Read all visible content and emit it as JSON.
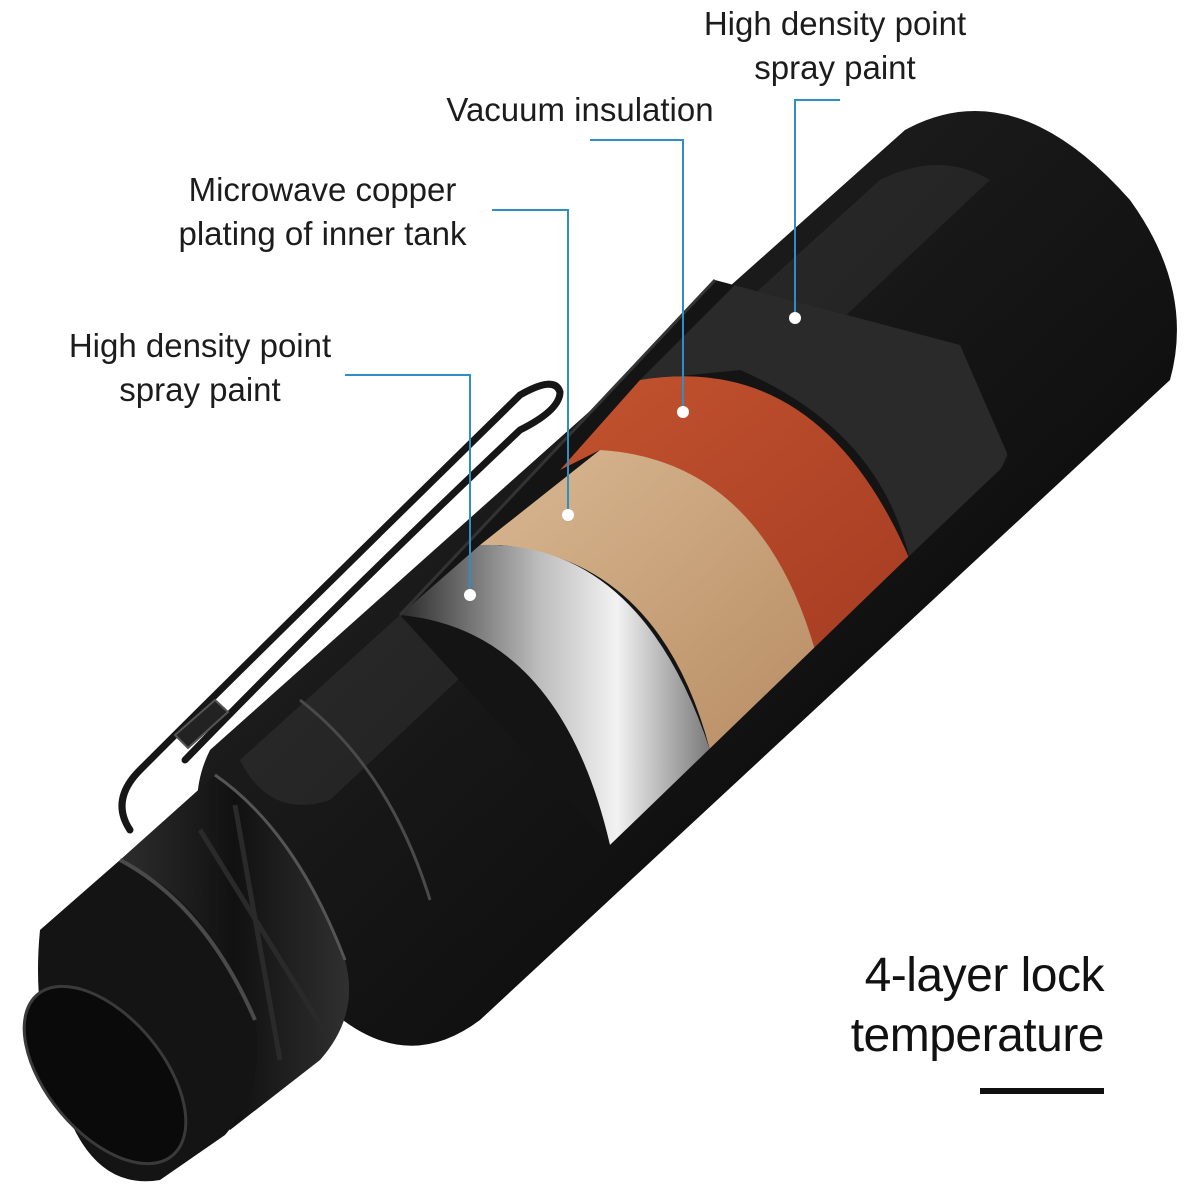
{
  "callouts": {
    "outer_paint": {
      "line1": "High density point",
      "line2": "spray paint"
    },
    "vacuum": {
      "text": "Vacuum insulation"
    },
    "copper": {
      "line1": "Microwave copper",
      "line2": "plating of inner tank"
    },
    "inner_paint": {
      "line1": "High density point",
      "line2": "spray paint"
    }
  },
  "headline": {
    "line1": "4-layer lock",
    "line2": "temperature"
  },
  "colors": {
    "bottle_body": "#151515",
    "steel_layer": "#9a9a9a",
    "copper_layer": "#c8a078",
    "vacuum_layer": "#b5482c",
    "outer_paint_layer": "#262626",
    "leader_line": "#2f8fc4"
  },
  "layers_count": 4
}
